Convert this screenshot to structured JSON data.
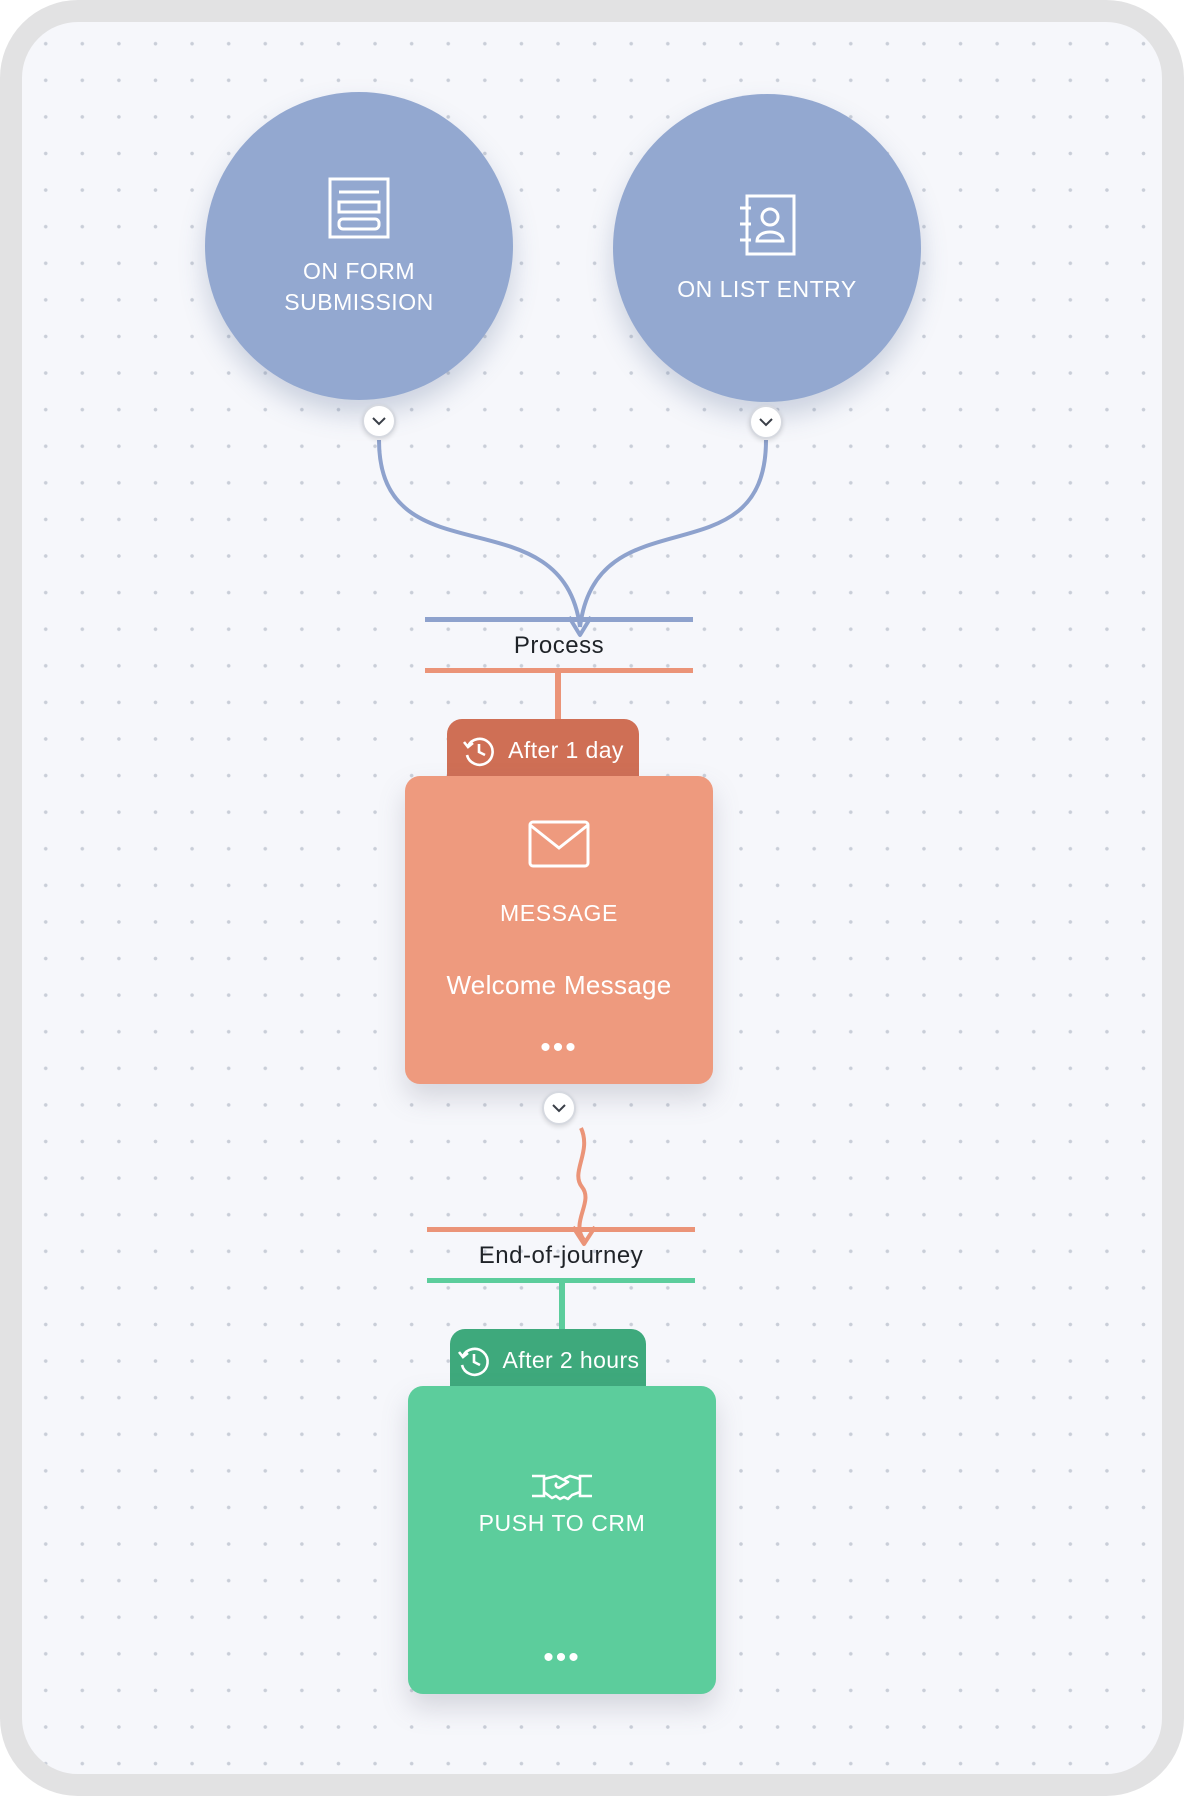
{
  "triggers": [
    {
      "label_line1": "ON FORM",
      "label_line2": "SUBMISSION",
      "icon": "form-icon"
    },
    {
      "label_line1": "ON LIST ENTRY",
      "label_line2": "",
      "icon": "contact-list-icon"
    }
  ],
  "gates": {
    "process": {
      "label": "Process"
    },
    "end": {
      "label": "End-of-journey"
    }
  },
  "steps": [
    {
      "delay": "After 1 day",
      "type": "MESSAGE",
      "name": "Welcome Message",
      "icon": "envelope-icon",
      "more": "•••",
      "color": "#ee9a7e",
      "tab_color": "#cf6f55"
    },
    {
      "delay": "After 2 hours",
      "type": "PUSH TO CRM",
      "name": "",
      "icon": "handshake-icon",
      "more": "•••",
      "color": "#5ccd9c",
      "tab_color": "#3ea97c"
    }
  ],
  "colors": {
    "trigger": "#93a8d0",
    "connector_blue": "#8ea2cd",
    "connector_orange": "#eb9478",
    "connector_green": "#5ccd9c",
    "background": "#f6f7fb"
  }
}
